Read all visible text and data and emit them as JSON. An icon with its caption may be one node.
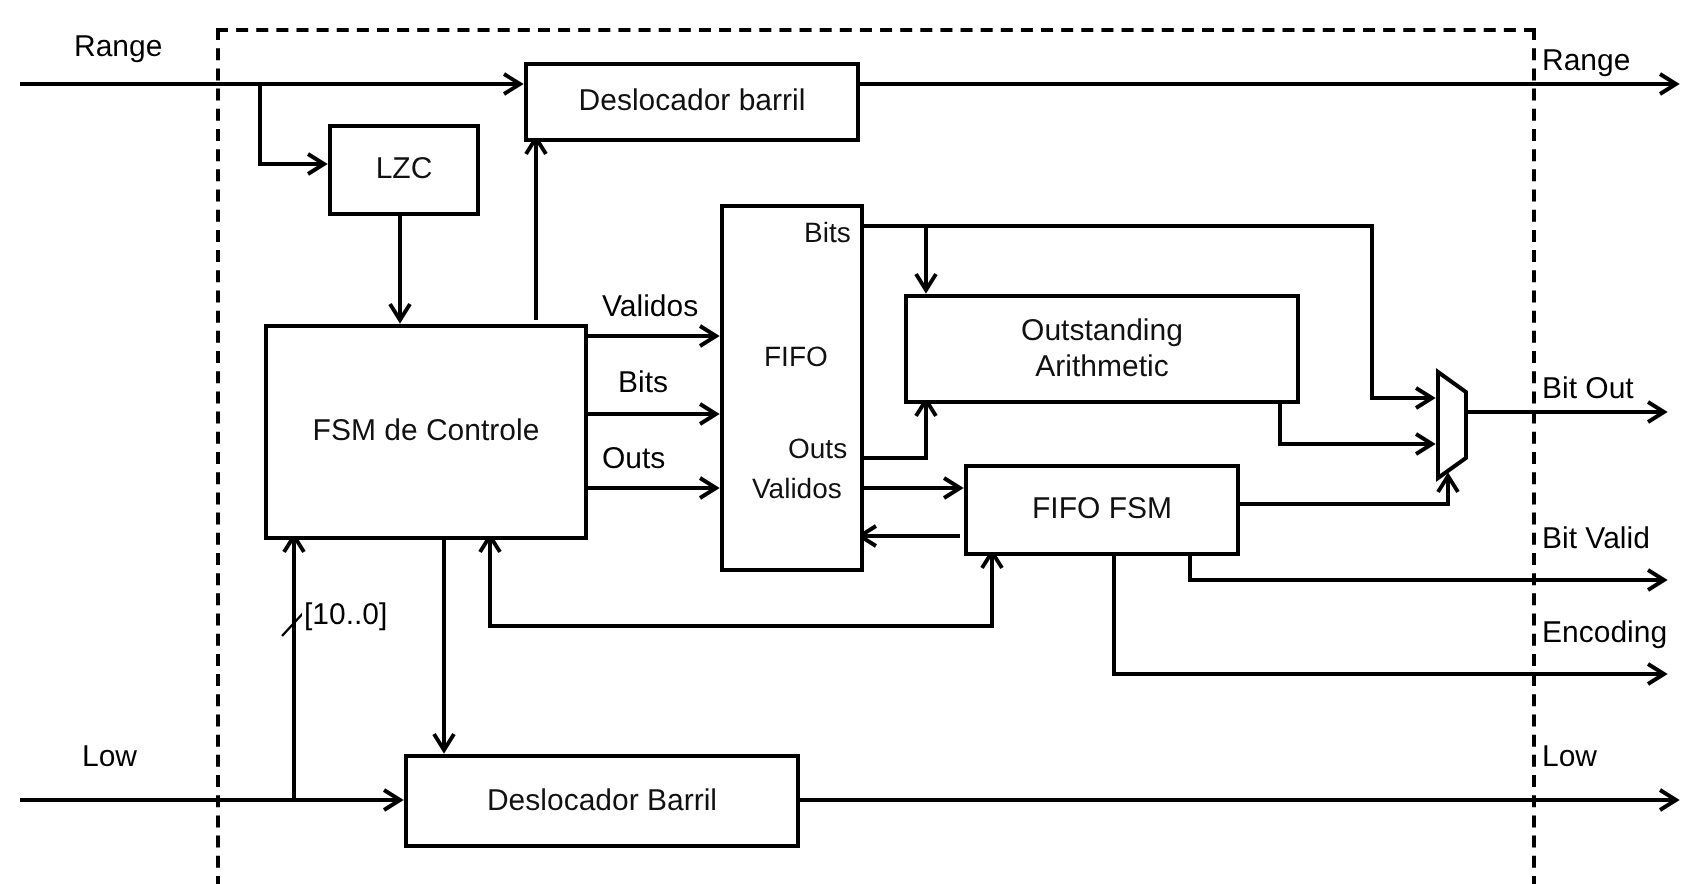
{
  "diagram": {
    "nodes": [
      {
        "text": [],
        "shape": "box"
      },
      {
        "text": [
          "Deslocador barril"
        ],
        "in": 0
      },
      {
        "text": [
          "LZC"
        ],
        "in": 0
      },
      {
        "text": [
          "FSM de Controle"
        ],
        "in": 0
      },
      {
        "text": [
          "Bits",
          "FIFO",
          "Outs",
          "Validos"
        ],
        "in": 0
      },
      {
        "text": [
          "Outstanding Arithmetic"
        ],
        "in": 0
      },
      {
        "text": [
          "FIFO FSM"
        ],
        "in": 0
      },
      {
        "text": [],
        "shape": "trapezoid",
        "in": 0
      },
      {
        "text": [
          "Deslocador Barril"
        ],
        "in": 0
      }
    ],
    "edges": [
      {
        "from": null,
        "to": 1,
        "arrow": "to",
        "label": "Range"
      },
      {
        "from": null,
        "to": 2,
        "arrow": "to"
      },
      {
        "from": 2,
        "to": 3,
        "arrow": "to"
      },
      {
        "from": 3,
        "to": 1,
        "arrow": "to"
      },
      {
        "from": 3,
        "to": 4,
        "arrow": "to",
        "label": "Validos"
      },
      {
        "from": 3,
        "to": 4,
        "arrow": "to",
        "label": "Bits"
      },
      {
        "from": 3,
        "to": 4,
        "arrow": "to",
        "label": "Outs"
      },
      {
        "from": 1,
        "to": null,
        "arrow": "to",
        "label": "Range"
      },
      {
        "from": 4,
        "to": 5,
        "arrow": "to"
      },
      {
        "from": 4,
        "to": 7,
        "arrow": "to"
      },
      {
        "from": 4,
        "to": 5,
        "arrow": "to"
      },
      {
        "from": 4,
        "to": 6,
        "arrow": "to"
      },
      {
        "from": 6,
        "to": 4,
        "arrow": "to"
      },
      {
        "from": 5,
        "to": 7,
        "arrow": "to"
      },
      {
        "from": 6,
        "to": 7,
        "arrow": "to"
      },
      {
        "from": 7,
        "to": null,
        "arrow": "to",
        "label": "Bit Out"
      },
      {
        "from": 6,
        "to": null,
        "arrow": "to",
        "label": "Bit Valid"
      },
      {
        "from": 6,
        "to": null,
        "arrow": "to",
        "label": "Encoding"
      },
      {
        "from": null,
        "to": 8,
        "arrow": "to",
        "label": "Low"
      },
      {
        "from": null,
        "to": 3,
        "arrow": "to",
        "label": "[10..0]"
      },
      {
        "from": 3,
        "to": 8,
        "arrow": "to"
      },
      {
        "from": 8,
        "to": null,
        "arrow": "to",
        "label": "Low"
      },
      {
        "from": 3,
        "to": 6,
        "arrow": "both"
      }
    ]
  }
}
